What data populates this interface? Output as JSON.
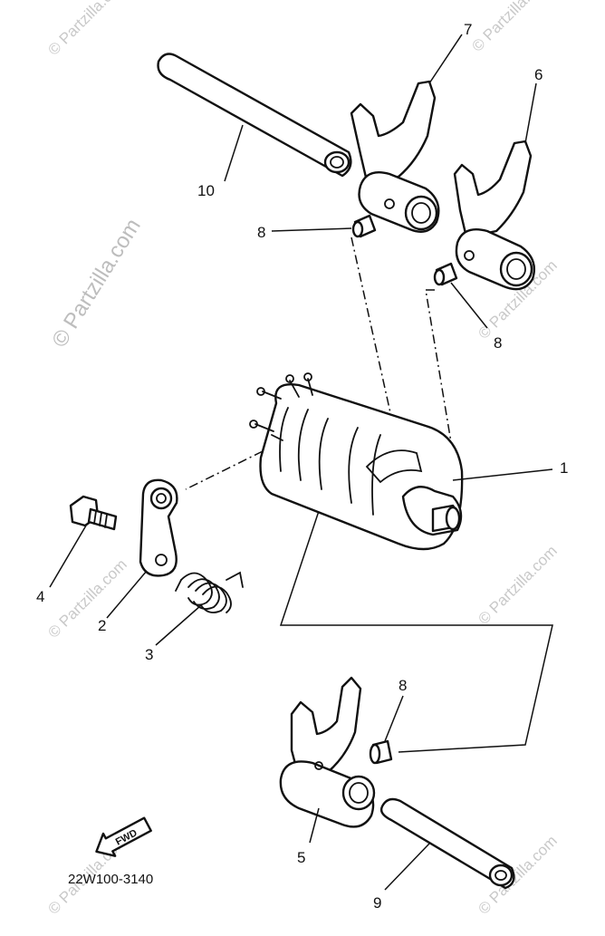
{
  "diagram": {
    "drawing_code": "22W100-3140",
    "fwd_label": "FWD",
    "callouts": [
      {
        "id": "1",
        "label": "1"
      },
      {
        "id": "2",
        "label": "2"
      },
      {
        "id": "3",
        "label": "3"
      },
      {
        "id": "4",
        "label": "4"
      },
      {
        "id": "5",
        "label": "5"
      },
      {
        "id": "6",
        "label": "6"
      },
      {
        "id": "7",
        "label": "7"
      },
      {
        "id": "8a",
        "label": "8"
      },
      {
        "id": "8b",
        "label": "8"
      },
      {
        "id": "8c",
        "label": "8"
      },
      {
        "id": "9",
        "label": "9"
      },
      {
        "id": "10",
        "label": "10"
      }
    ]
  },
  "watermark": {
    "text": "© Partzilla.com"
  }
}
